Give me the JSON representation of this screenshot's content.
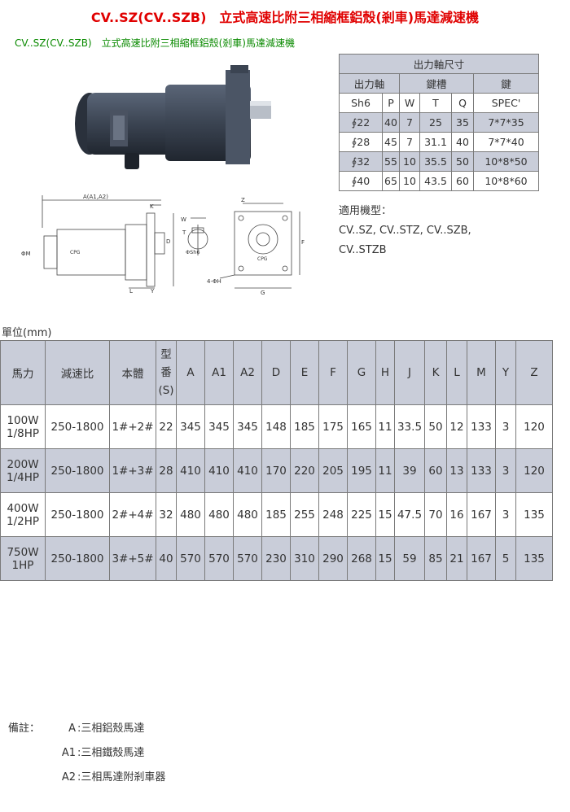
{
  "title": "CV..SZ(CV..SZB)　立式高速比附三相縮框鋁殼(剎車)馬達減速機",
  "subtitle": "CV..SZ(CV..SZB)　立式高速比附三相縮框鋁殼(剎車)馬達減速機",
  "drawing_labels": {
    "a": "A(A1,A2)",
    "k": "K",
    "l": "L",
    "d": "D",
    "m": "ΦM",
    "y": "Y",
    "w": "W",
    "t": "T",
    "sh6": "ΦSh6",
    "hole": "4-ΦH",
    "z": "Z",
    "f": "F",
    "g": "G",
    "brand": "CPG"
  },
  "shaft_table": {
    "title": "出力軸尺寸",
    "group_headers": [
      "出力軸",
      "鍵槽",
      "鍵"
    ],
    "headers": [
      "Sh6",
      "P",
      "W",
      "T",
      "Q",
      "SPEC'"
    ],
    "rows": [
      [
        "∮22",
        "40",
        "7",
        "25",
        "35",
        "7*7*35"
      ],
      [
        "∮28",
        "45",
        "7",
        "31.1",
        "40",
        "7*7*40"
      ],
      [
        "∮32",
        "55",
        "10",
        "35.5",
        "50",
        "10*8*50"
      ],
      [
        "∮40",
        "65",
        "10",
        "43.5",
        "60",
        "10*8*60"
      ]
    ]
  },
  "models": {
    "label": "適用機型：",
    "line1": "CV..SZ, CV..STZ, CV..SZB,",
    "line2": "CV..STZB"
  },
  "unit": "單位(mm)",
  "spec_table": {
    "headers": [
      "馬力",
      "減速比",
      "本體",
      "型番(S)",
      "A",
      "A1",
      "A2",
      "D",
      "E",
      "F",
      "G",
      "H",
      "J",
      "K",
      "L",
      "M",
      "Y",
      "Z"
    ],
    "rows": [
      [
        "100W 1/8HP",
        "250-1800",
        "1#+2#",
        "22",
        "345",
        "345",
        "345",
        "148",
        "185",
        "175",
        "165",
        "11",
        "33.5",
        "50",
        "12",
        "133",
        "3",
        "120"
      ],
      [
        "200W 1/4HP",
        "250-1800",
        "1#+3#",
        "28",
        "410",
        "410",
        "410",
        "170",
        "220",
        "205",
        "195",
        "11",
        "39",
        "60",
        "13",
        "133",
        "3",
        "120"
      ],
      [
        "400W 1/2HP",
        "250-1800",
        "2#+4#",
        "32",
        "480",
        "480",
        "480",
        "185",
        "255",
        "248",
        "225",
        "15",
        "47.5",
        "70",
        "16",
        "167",
        "3",
        "135"
      ],
      [
        "750W 1HP",
        "250-1800",
        "3#+5#",
        "40",
        "570",
        "570",
        "570",
        "230",
        "310",
        "290",
        "268",
        "15",
        "59",
        "85",
        "21",
        "167",
        "5",
        "135"
      ]
    ]
  },
  "notes": {
    "label": "備註：",
    "items": [
      {
        "key": "A",
        "text": ":三相鋁殼馬達"
      },
      {
        "key": "A1",
        "text": ":三相鐵殼馬達"
      },
      {
        "key": "A2",
        "text": ":三相馬達附剎車器"
      }
    ]
  }
}
